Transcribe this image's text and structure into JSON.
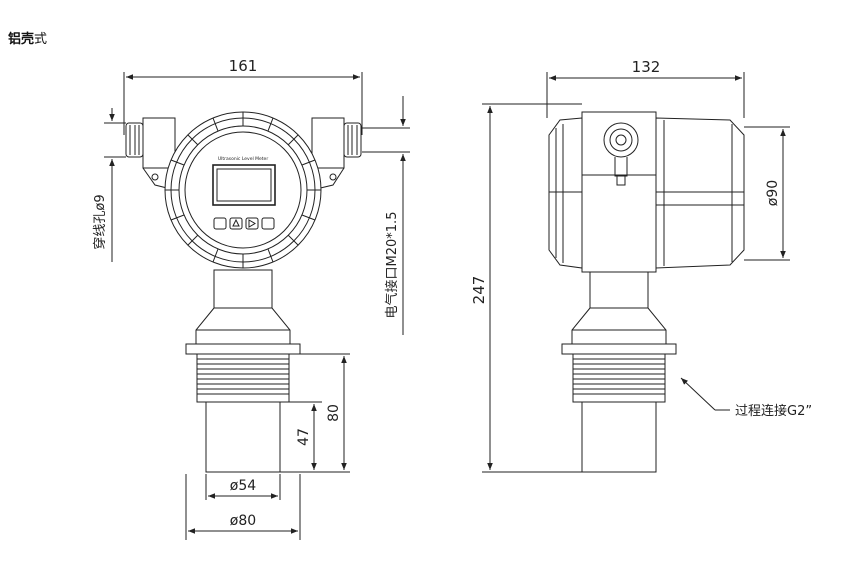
{
  "title_bold": "铝壳",
  "title_rest": "式",
  "dims": {
    "front_width": "161",
    "side_width": "132",
    "height": "247",
    "dia90": "ø90",
    "dia54": "ø54",
    "dia80": "ø80",
    "len80": "80",
    "len47": "47"
  },
  "labels": {
    "cable_hole": "穿线孔ø9",
    "electric": "电气接口M20*1.5",
    "process": "过程连接G2”",
    "meter": "Ultrasonic Level Meter"
  }
}
